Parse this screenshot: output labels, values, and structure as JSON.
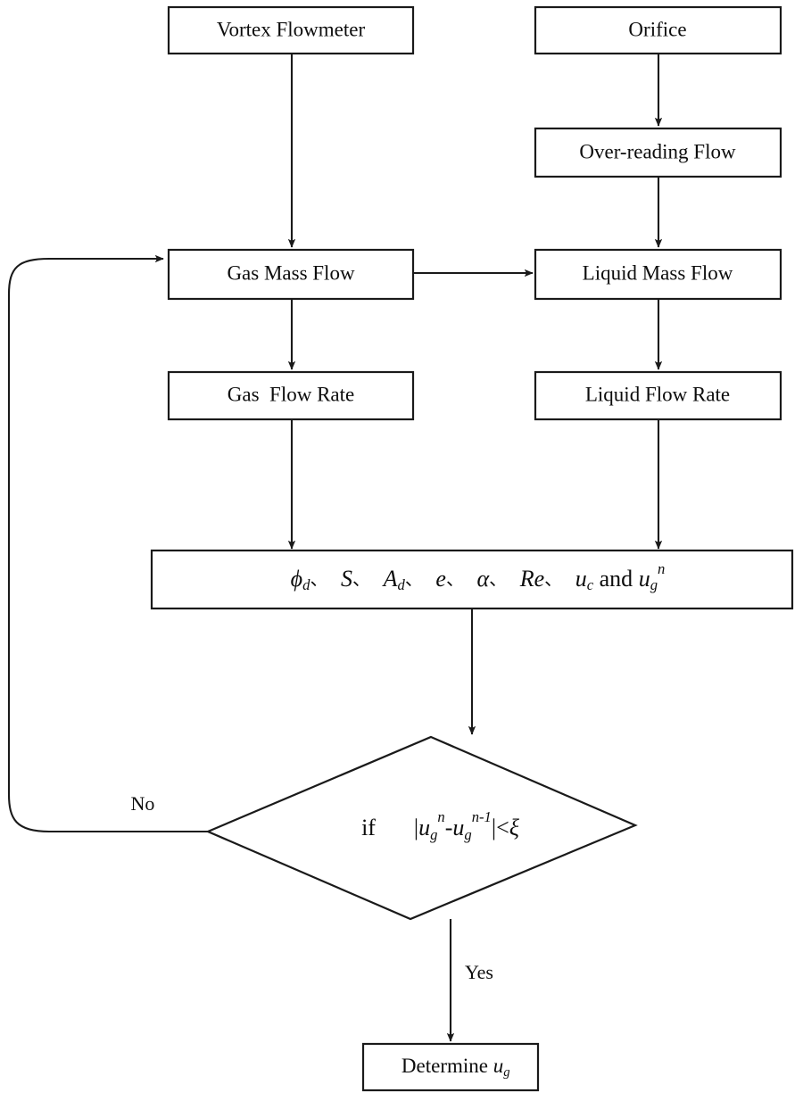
{
  "diagram": {
    "title": "Iterative gas-liquid flow rate determination flowchart",
    "background_color": "#ffffff",
    "line_color": "#1a1a1a",
    "text_color": "#0d0d0d"
  },
  "nodes": {
    "vortex_flowmeter": {
      "label": "Vortex Flowmeter",
      "shape": "rect"
    },
    "orifice": {
      "label": "Orifice",
      "shape": "rect"
    },
    "over_reading_flow": {
      "label": "Over-reading Flow",
      "shape": "rect"
    },
    "gas_mass_flow": {
      "label": "Gas Mass Flow",
      "shape": "rect"
    },
    "liquid_mass_flow": {
      "label": "Liquid Mass Flow",
      "shape": "rect"
    },
    "gas_flow_rate": {
      "label": "Gas  Flow Rate",
      "shape": "rect"
    },
    "liquid_flow_rate": {
      "label": "Liquid Flow Rate",
      "shape": "rect"
    },
    "determine": {
      "shape": "rect",
      "label_prefix": "Determine ",
      "label_var": "u",
      "label_sub": "g"
    },
    "parameters": {
      "shape": "rect",
      "plain_label": "φd、 S、 Ad、 e、 α、 Re、 uc and ugⁿ",
      "terms": [
        {
          "base": "ϕ",
          "sub": "d",
          "sup": "",
          "sep": "、"
        },
        {
          "base": "S",
          "sub": "",
          "sup": "",
          "sep": "、"
        },
        {
          "base": "A",
          "sub": "d",
          "sup": "",
          "sep": "、"
        },
        {
          "base": "e",
          "sub": "",
          "sup": "",
          "sep": "、"
        },
        {
          "base": "α",
          "sub": "",
          "sup": "",
          "sep": "、"
        },
        {
          "base": "Re",
          "sub": "",
          "sup": "",
          "sep": "、"
        },
        {
          "base": "u",
          "sub": "c",
          "sup": "",
          "sep": ""
        }
      ],
      "conjunction": "and",
      "last_term": {
        "base": "u",
        "sub": "g",
        "sup": "n"
      }
    },
    "decision": {
      "shape": "diamond",
      "plain_label": "if  |ugⁿ - ugⁿ⁻¹| < ξ",
      "keyword": "if",
      "open_bar": "|",
      "left_base": "u",
      "left_sub": "g",
      "left_sup": "n",
      "operator": "-",
      "right_base": "u",
      "right_sub": "g",
      "right_sup": "n-1",
      "close_bar": "|",
      "comparator": "<",
      "threshold": "ξ"
    }
  },
  "edges": {
    "no_label": "No",
    "yes_label": "Yes"
  }
}
